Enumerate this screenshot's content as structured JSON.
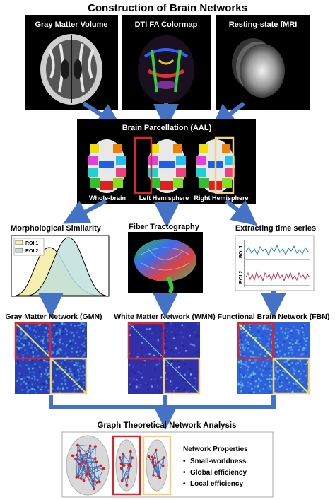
{
  "title": "Construction of Brain Networks",
  "colors": {
    "arrow": "#4472C4",
    "red_box": "#d9262a",
    "yellow_box": "#f1d175",
    "matrix_bg": "#2a40b8",
    "panel_bg": "#000000",
    "roi1_fill": "#f5f0b0",
    "roi2_fill": "#bfe0dc",
    "ts_blue": "#2a7fc0",
    "ts_red": "#c0304a"
  },
  "modalities": [
    {
      "label": "Gray Matter Volume"
    },
    {
      "label": "DTI FA Colormap"
    },
    {
      "label": "Resting-state fMRI"
    }
  ],
  "parcellation": {
    "title": "Brain Parcellation (AAL)",
    "items": [
      {
        "label": "Whole-brain"
      },
      {
        "label": "Left Hemisphere"
      },
      {
        "label": "Right Hemisphere"
      }
    ]
  },
  "methods": [
    {
      "label": "Morphological Similarity"
    },
    {
      "label": "Fiber Tractography"
    },
    {
      "label": "Extracting time series"
    }
  ],
  "morph_legend": [
    "ROI 1",
    "ROI 2"
  ],
  "timeseries_labels": [
    "ROI 1",
    "ROI 2"
  ],
  "networks": [
    {
      "label": "Gray Matter Network (GMN)"
    },
    {
      "label": "White Matter Network (WMN)"
    },
    {
      "label": "Functional Brain Network (FBN)"
    }
  ],
  "analysis": {
    "title": "Graph Theoretical Network Analysis",
    "properties_title": "Network Properties",
    "properties": [
      "Small-worldness",
      "Global efficiency",
      "Local efficiency"
    ]
  }
}
